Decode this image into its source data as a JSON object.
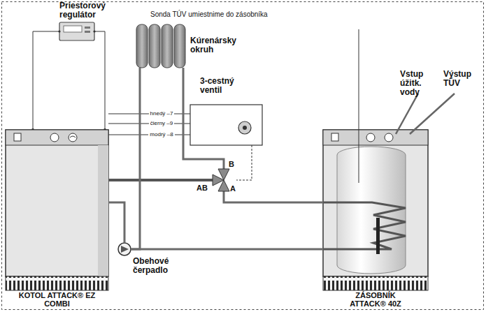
{
  "diagram": {
    "nodes": [
      {
        "text": [
          "Priestorový regulátor"
        ]
      },
      {
        "text": [
          "Kúrenársky okruh"
        ]
      },
      {
        "text": [
          "3-cestný ventil"
        ]
      },
      {
        "text": [
          "KOTOL ATTACK® EZ COMBI"
        ]
      },
      {
        "text": [
          "Obehové čerpadlo"
        ]
      },
      {
        "text": [
          "ZÁSOBNÍK ATTACK® 40Z"
        ]
      }
    ],
    "edges": [
      {
        "from": 0,
        "to": 3,
        "arrow": "none"
      },
      {
        "from": 3,
        "to": 2,
        "label": "hnedý –7",
        "arrow": "none"
      },
      {
        "from": 3,
        "to": 2,
        "label": "čierny –9",
        "arrow": "none"
      },
      {
        "from": 3,
        "to": 2,
        "label": "modrý –8",
        "arrow": "none"
      },
      {
        "from": 3,
        "to": 2,
        "arrow": "none"
      },
      {
        "from": 2,
        "to": 1,
        "arrow": "none"
      },
      {
        "from": 2,
        "to": 5,
        "arrow": "none"
      },
      {
        "from": 1,
        "to": 4,
        "arrow": "none"
      },
      {
        "from": 5,
        "to": 4,
        "arrow": "none"
      },
      {
        "from": 4,
        "to": 3,
        "arrow": "none"
      }
    ],
    "labels": [
      "Sonda TÚV umiestnime do zásobníka",
      "B",
      "AB",
      "A",
      "Vstup úžitk. vody",
      "Výstup TÚV"
    ]
  }
}
